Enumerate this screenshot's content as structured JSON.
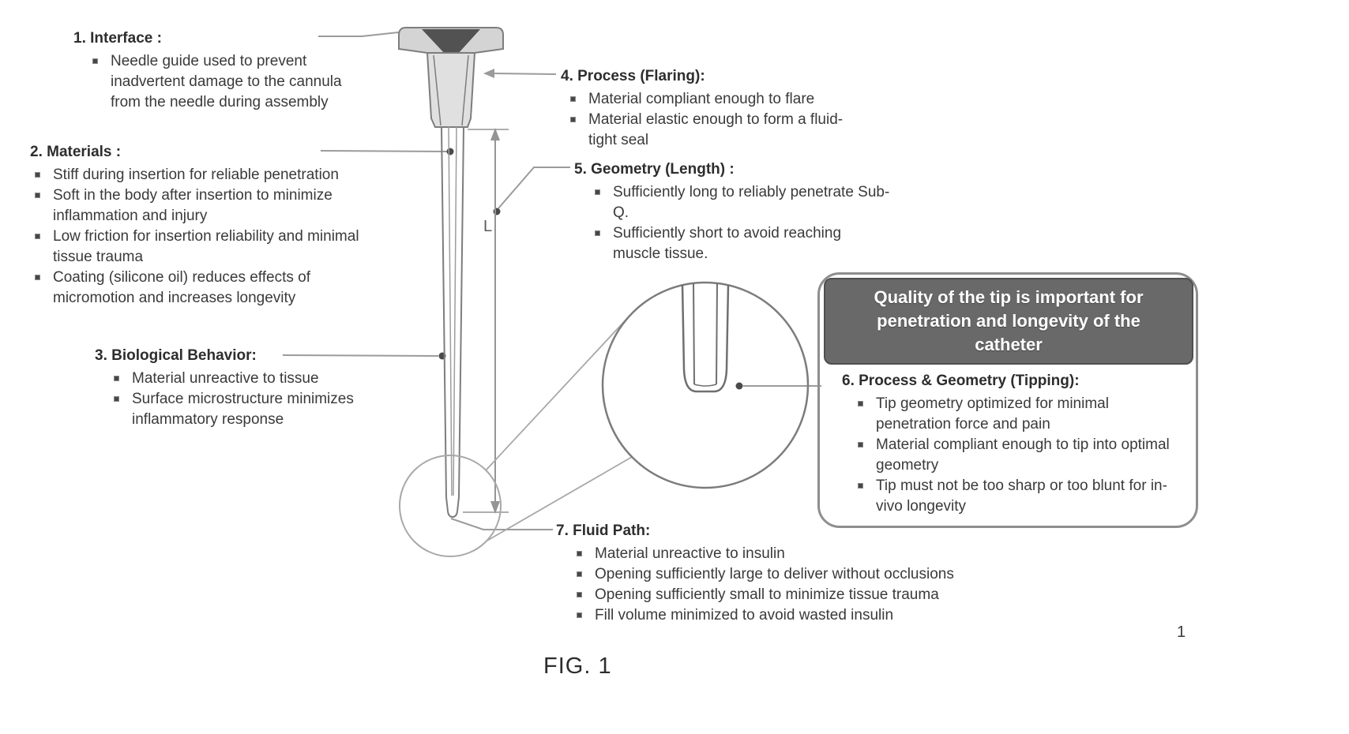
{
  "figure": {
    "caption": "FIG. 1",
    "page_number": "1",
    "dimension_label": "L"
  },
  "callout": {
    "text": "Quality of the tip is important for penetration and longevity of the catheter",
    "bg_color": "#696969",
    "text_color": "#ffffff"
  },
  "annotations": [
    {
      "heading": "1. Interface :",
      "bullets": [
        "Needle guide used to prevent inadvertent damage to the cannula from the needle during assembly"
      ]
    },
    {
      "heading": "2. Materials :",
      "bullets": [
        "Stiff during insertion for reliable penetration",
        "Soft in the body after insertion to minimize inflammation and injury",
        "Low friction for insertion reliability and minimal tissue trauma",
        "Coating (silicone oil) reduces effects of micromotion and increases longevity"
      ]
    },
    {
      "heading": "3. Biological Behavior:",
      "bullets": [
        "Material unreactive to tissue",
        "Surface microstructure minimizes inflammatory response"
      ]
    },
    {
      "heading": "4. Process (Flaring):",
      "bullets": [
        "Material compliant enough to flare",
        "Material elastic enough to form a fluid-tight seal"
      ]
    },
    {
      "heading": "5. Geometry (Length) :",
      "bullets": [
        "Sufficiently long to reliably penetrate Sub-Q.",
        "Sufficiently short to avoid reaching muscle tissue."
      ]
    },
    {
      "heading": "6. Process & Geometry (Tipping):",
      "bullets": [
        "Tip geometry optimized for minimal penetration force and pain",
        "Material compliant enough to tip into optimal geometry",
        "Tip must not be too sharp or too blunt for in-vivo longevity"
      ]
    },
    {
      "heading": "7. Fluid Path:",
      "bullets": [
        "Material unreactive to insulin",
        "Opening sufficiently large to deliver without occlusions",
        "Opening sufficiently small to minimize tissue trauma",
        "Fill volume minimized to avoid wasted insulin"
      ]
    }
  ]
}
